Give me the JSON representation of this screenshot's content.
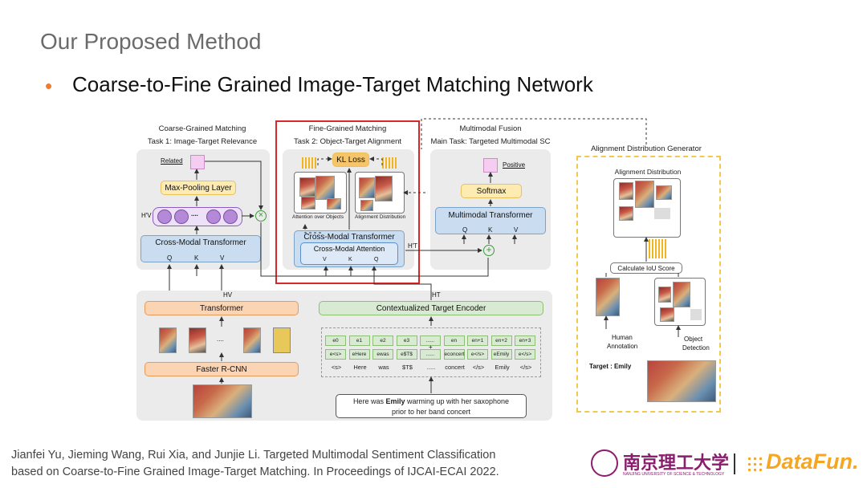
{
  "slide": {
    "title": "Our Proposed Method",
    "bullet": "Coarse-to-Fine Grained Image-Target Matching Network"
  },
  "diagram": {
    "coarse": {
      "title1": "Coarse-Grained Matching",
      "title2": "Task 1: Image-Target Relevance",
      "related": "Related",
      "maxpool": "Max-Pooling Layer",
      "hv_label": "H'V",
      "dots": "....",
      "cmt": "Cross-Modal Transformer",
      "q": "Q",
      "k": "K",
      "v": "V"
    },
    "fine": {
      "title1": "Fine-Grained Matching",
      "title2": "Task 2: Object-Target Alignment",
      "kl": "KL Loss",
      "att_objects": "Attention over Objects",
      "align_dist": "Alignment Distribution",
      "cmt": "Cross-Modal Transformer",
      "cma": "Cross-Modal Attention",
      "v": "V",
      "k": "K",
      "q": "Q",
      "ht_label": "H'T"
    },
    "fusion": {
      "title1": "Multimodal Fusion",
      "title2": "Main Task: Targeted Multimodal SC",
      "positive": "Positive",
      "softmax": "Softmax",
      "mmt": "Multimodal Transformer",
      "q": "Q",
      "k": "K",
      "v": "V"
    },
    "bottom": {
      "hv": "HV",
      "ht": "HT",
      "transformer": "Transformer",
      "faster_rcnn": "Faster R-CNN",
      "dots": "....",
      "cte": "Contextualized Target Encoder",
      "e_row": [
        "e0",
        "e1",
        "e2",
        "e3",
        "......",
        "en",
        "en+1",
        "en+2",
        "en+3"
      ],
      "plus": "+",
      "e_row2": [
        "e<s>",
        "eHere",
        "ewas",
        "e$T$",
        "......",
        "econcert",
        "e</s>",
        "eEmily",
        "e</s>"
      ],
      "tokens": [
        "<s>",
        "Here",
        "was",
        "$T$",
        ".....",
        "concert",
        "</s>",
        "Emily",
        "</s>"
      ],
      "sentence_pre": "Here was ",
      "sentence_bold": "Emily",
      "sentence_post": " warming up with her saxophone",
      "sentence_line2": "prior to her band concert"
    },
    "generator": {
      "title": "Alignment Distribution Generator",
      "align_dist": "Alignment Distribution",
      "iou": "Calculate IoU Score",
      "human": "Human",
      "annotation": "Annotation",
      "object": "Object",
      "detection": "Detection",
      "target_prefix": "Target : Emily"
    }
  },
  "reference": {
    "line1": "Jianfei Yu, Jieming Wang, Rui Xia, and Junjie Li. Targeted Multimodal Sentiment Classification",
    "line2": "based on Coarse-to-Fine Grained Image-Target Matching. In Proceedings of IJCAI-ECAI 2022."
  },
  "logos": {
    "njust_cn": "南京理工大学",
    "njust_en": "NANJING UNIVERSITY OF SCIENCE & TECHNOLOGY",
    "datafun": "DataFun."
  },
  "colors": {
    "accent_orange": "#ed7d31",
    "highlight_red": "#d62828",
    "generator_border": "#f2c94c",
    "datafun_orange": "#f5a623"
  }
}
